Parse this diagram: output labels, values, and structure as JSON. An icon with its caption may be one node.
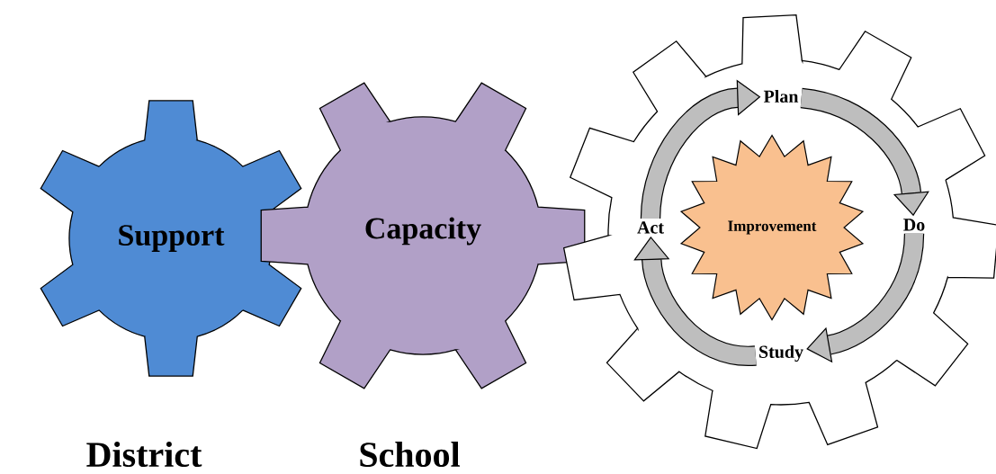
{
  "diagram": {
    "nodes": [
      {
        "text": [
          "Support"
        ],
        "beside": [
          "District"
        ]
      },
      {
        "text": [
          "Capacity"
        ],
        "beside": [
          "School"
        ]
      },
      {
        "text": [],
        "shape": "gear"
      },
      {
        "text": [
          "Plan"
        ],
        "in": 2
      },
      {
        "text": [
          "Do"
        ],
        "in": 2
      },
      {
        "text": [
          "Study"
        ],
        "in": 2
      },
      {
        "text": [
          "Act"
        ],
        "in": 2
      },
      {
        "text": [
          "Improvement"
        ],
        "in": 2
      }
    ],
    "edges": [
      {
        "from": 3,
        "to": 4,
        "arrow": "to"
      },
      {
        "from": 4,
        "to": 5,
        "arrow": "to"
      },
      {
        "from": 5,
        "to": 6,
        "arrow": "to"
      },
      {
        "from": 6,
        "to": 3,
        "arrow": "to"
      }
    ]
  }
}
